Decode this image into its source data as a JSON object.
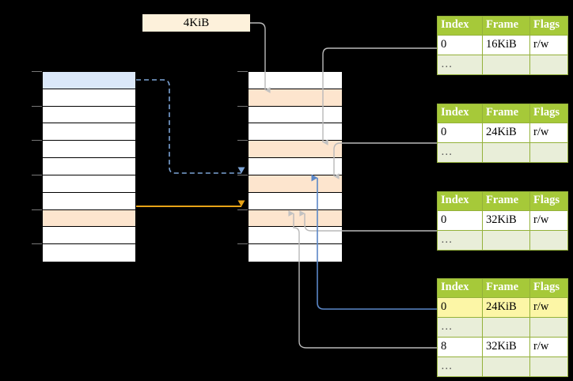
{
  "diagram": {
    "title": "page-table-walk-diagram",
    "size_label": {
      "text": "4KiB"
    },
    "colors": {
      "header_green": "#a6c939",
      "row_alt_green": "#e9eed9",
      "highlight_yellow": "#fcf6a6",
      "peach_row": "#fde5ce",
      "blue_row": "#dbe8f9",
      "orange_arrow": "#e8a317",
      "blue_arrow": "#5b87c7",
      "gray_wire": "#b3b3b3"
    },
    "virtual_column": {
      "name": "virtual-address-space-column",
      "row_count": 11,
      "rows": [
        {
          "index": 0,
          "fill": "blue"
        },
        {
          "index": 1,
          "fill": "white"
        },
        {
          "index": 2,
          "fill": "white"
        },
        {
          "index": 3,
          "fill": "white"
        },
        {
          "index": 4,
          "fill": "white"
        },
        {
          "index": 5,
          "fill": "white"
        },
        {
          "index": 6,
          "fill": "white"
        },
        {
          "index": 7,
          "fill": "white"
        },
        {
          "index": 8,
          "fill": "peach"
        },
        {
          "index": 9,
          "fill": "white"
        },
        {
          "index": 10,
          "fill": "white"
        }
      ]
    },
    "physical_column": {
      "name": "physical-memory-column",
      "row_count": 11,
      "rows": [
        {
          "index": 0,
          "fill": "white"
        },
        {
          "index": 1,
          "fill": "peach"
        },
        {
          "index": 2,
          "fill": "white"
        },
        {
          "index": 3,
          "fill": "white"
        },
        {
          "index": 4,
          "fill": "peach"
        },
        {
          "index": 5,
          "fill": "white"
        },
        {
          "index": 6,
          "fill": "peach"
        },
        {
          "index": 7,
          "fill": "white"
        },
        {
          "index": 8,
          "fill": "peach"
        },
        {
          "index": 9,
          "fill": "white"
        },
        {
          "index": 10,
          "fill": "white"
        }
      ]
    },
    "page_tables": [
      {
        "name": "page-table-1",
        "headers": [
          "Index",
          "Frame",
          "Flags"
        ],
        "rows": [
          {
            "cells": [
              "0",
              "16KiB",
              "r/w"
            ],
            "style": "normal",
            "highlight": [
              false,
              false,
              false
            ]
          },
          {
            "cells": [
              "…",
              "",
              ""
            ],
            "style": "dots",
            "highlight": [
              false,
              false,
              false
            ]
          }
        ]
      },
      {
        "name": "page-table-2",
        "headers": [
          "Index",
          "Frame",
          "Flags"
        ],
        "rows": [
          {
            "cells": [
              "0",
              "24KiB",
              "r/w"
            ],
            "style": "normal",
            "highlight": [
              false,
              false,
              false
            ]
          },
          {
            "cells": [
              "…",
              "",
              ""
            ],
            "style": "dots",
            "highlight": [
              false,
              false,
              false
            ]
          }
        ]
      },
      {
        "name": "page-table-3",
        "headers": [
          "Index",
          "Frame",
          "Flags"
        ],
        "rows": [
          {
            "cells": [
              "0",
              "32KiB",
              "r/w"
            ],
            "style": "normal",
            "highlight": [
              false,
              false,
              false
            ]
          },
          {
            "cells": [
              "…",
              "",
              ""
            ],
            "style": "dots",
            "highlight": [
              false,
              false,
              false
            ]
          }
        ]
      },
      {
        "name": "page-table-4",
        "headers": [
          "Index",
          "Frame",
          "Flags"
        ],
        "rows": [
          {
            "cells": [
              "0",
              "24KiB",
              "r/w"
            ],
            "style": "normal",
            "highlight": [
              true,
              true,
              true
            ]
          },
          {
            "cells": [
              "…",
              "",
              ""
            ],
            "style": "dots",
            "highlight": [
              false,
              false,
              false
            ]
          },
          {
            "cells": [
              "8",
              "32KiB",
              "r/w"
            ],
            "style": "normal",
            "highlight": [
              false,
              false,
              false
            ]
          },
          {
            "cells": [
              "…",
              "",
              ""
            ],
            "style": "dots",
            "highlight": [
              false,
              false,
              false
            ]
          }
        ]
      }
    ]
  }
}
